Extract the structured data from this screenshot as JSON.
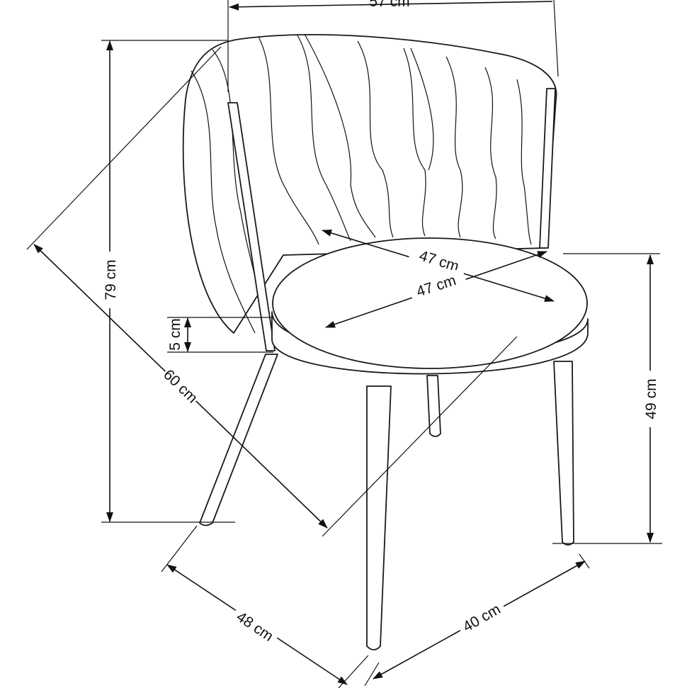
{
  "title": "Chair dimensions drawing",
  "dimensions": {
    "width_top": "57 cm",
    "height_total": "79 cm",
    "depth_diagonal": "60 cm",
    "seat_thickness": "5 cm",
    "seat_depth": "47 cm",
    "seat_width": "47 cm",
    "seat_height": "49 cm",
    "base_depth": "48 cm",
    "base_width": "40 cm"
  },
  "colors": {
    "line": "#111111",
    "background": "#ffffff"
  }
}
